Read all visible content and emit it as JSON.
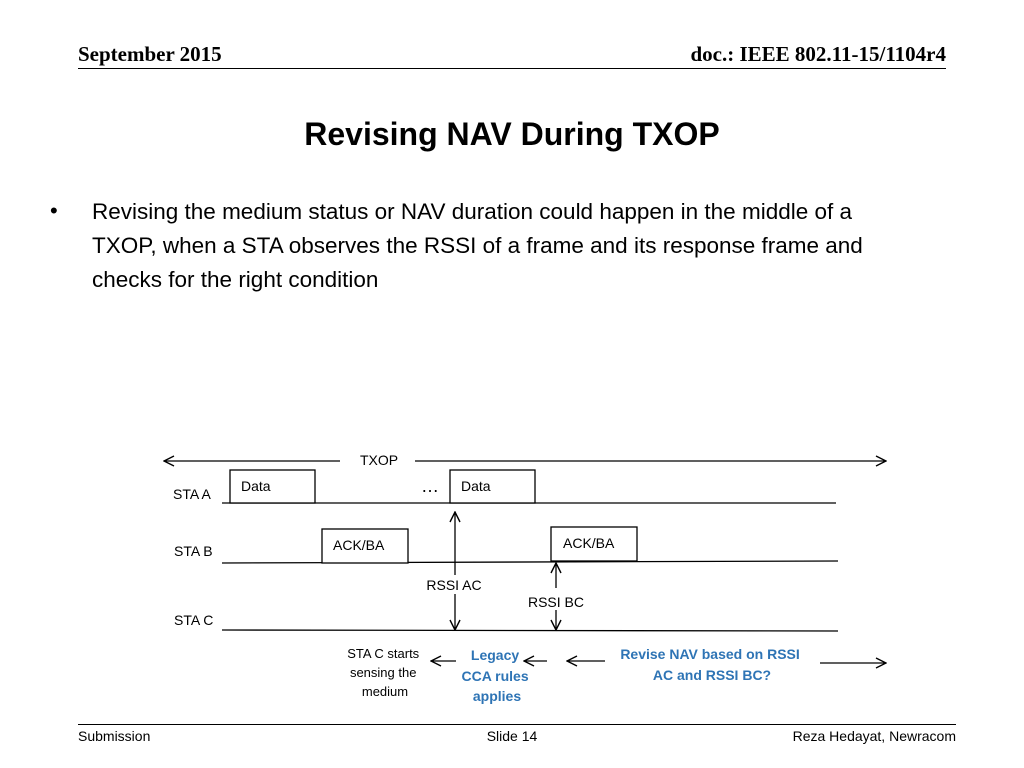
{
  "header": {
    "date": "September 2015",
    "doc": "doc.: IEEE 802.11-15/1104r4"
  },
  "slide": {
    "title": "Revising NAV During TXOP",
    "bullet": "Revising the medium status or NAV duration could happen in the middle of a TXOP, when a STA observes the RSSI of a frame and its response frame and checks for the right condition"
  },
  "diagram": {
    "txop_label": "TXOP",
    "stations": {
      "a": "STA A",
      "b": "STA B",
      "c": "STA C"
    },
    "frames": {
      "data_1": "Data",
      "data_2": "Data",
      "ack_1": "ACK/BA",
      "ack_2": "ACK/BA"
    },
    "ellipsis": "…",
    "rssi_ac": "RSSI AC",
    "rssi_bc": "RSSI BC",
    "sensing_note": [
      "STA C starts",
      "sensing the",
      "medium"
    ],
    "legacy_note": [
      "Legacy",
      "CCA rules",
      "applies"
    ],
    "revise_note": [
      "Revise NAV based on RSSI",
      "AC and RSSI BC?"
    ],
    "accent_color": "#2E74B5"
  },
  "footer": {
    "left": "Submission",
    "center": "Slide 14",
    "right": "Reza Hedayat, Newracom"
  }
}
